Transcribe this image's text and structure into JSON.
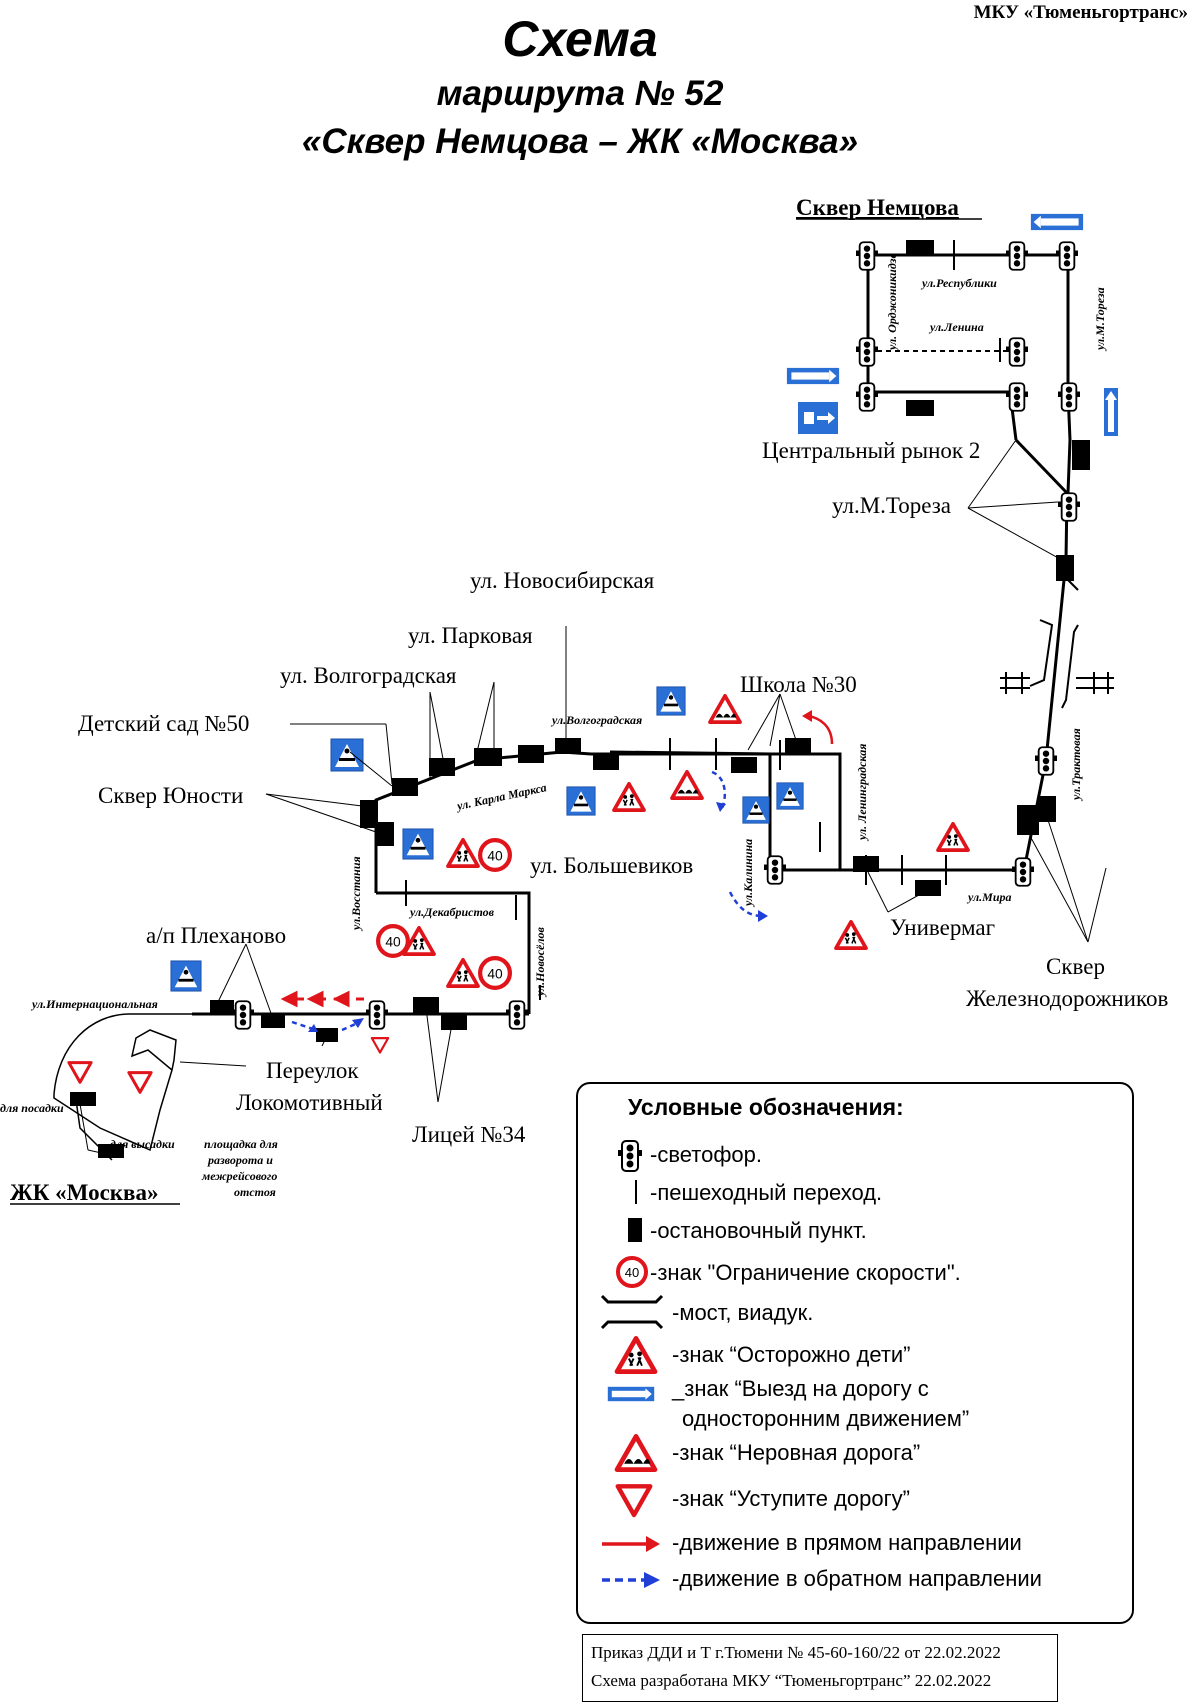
{
  "header": {
    "org": "МКУ «Тюменьгортранс»",
    "title": "Схема",
    "subtitle": "маршрута № 52",
    "route_name": "«Сквер Немцова – ЖК «Москва»"
  },
  "map": {
    "terminal_north": "Сквер Немцова",
    "terminal_south": "ЖК «Москва»",
    "stops": {
      "central_market": "Центральный рынок 2",
      "m_toreza": "ул.М.Тореза",
      "novosibirskaya": "ул. Новосибирская",
      "parkovaya": "ул. Парковая",
      "volgogradskaya": "ул. Волгоградская",
      "kindergarten": "Детский сад №50",
      "skver_yunosti": "Сквер Юности",
      "school": "Школа №30",
      "bolshevikov": "ул. Большевиков",
      "univermag": "Универмаг",
      "skver_zhd_1": "Сквер",
      "skver_zhd_2": "Железнодорожников",
      "plekhanovo": "а/п Плеханово",
      "lokomotivny_1": "Переулок",
      "lokomotivny_2": "Локомотивный",
      "lyceum": "Лицей №34"
    },
    "streets": {
      "respubliki": "ул.Республики",
      "lenina": "ул.Ленина",
      "ordzhonikidze": "ул. Орджоникидзе",
      "m_toreza_v": "ул.М.Тореза",
      "traktovaya": "ул.Трактовая",
      "mira": "ул.Мира",
      "leningradskaya": "ул. Ленинградская",
      "kalinina": "ул.Калинина",
      "volgogradskaya_s": "ул.Волгоградская",
      "karla_marksa": "ул. Карла Маркса",
      "vosstaniya": "ул.Восстания",
      "dekabristov": "ул.Декабристов",
      "novosyolov": "ул.Новосёлов",
      "internatsionalnaya": "ул.Интернациональная"
    },
    "terminal_labels": {
      "boarding": "для посадки",
      "alighting": "для высадки",
      "turnaround_1": "площадка для",
      "turnaround_2": "разворота и",
      "turnaround_3": "межрейсового",
      "turnaround_4": "отстоя"
    },
    "speed_limit": "40"
  },
  "legend": {
    "title": "Условные обозначения:",
    "items": [
      "-светофор.",
      "-пешеходный переход.",
      "-остановочный пункт.",
      "-знак \"Ограничение скорости\".",
      "-мост, виадук.",
      "-знак “Осторожно дети”",
      "_знак “Выезд на дорогу с",
      "односторонним движением”",
      "-знак “Неровная дорога”",
      "-знак “Уступите дорогу”",
      "-движение в прямом направлении",
      "-движение в обратном направлении"
    ],
    "speed_value": "40"
  },
  "footer": {
    "order": "Приказ ДДИ и Т г.Тюмени № 45-60-160/22 от 22.02.2022",
    "developed": "Схема разработана МКУ “Тюменьгортранс” 22.02.2022"
  },
  "colors": {
    "road": "#000000",
    "stop": "#000000",
    "forward": "#e0141b",
    "backward": "#1f3fd6",
    "sign_blue": "#2a6fd6",
    "sign_red": "#e0141b"
  }
}
